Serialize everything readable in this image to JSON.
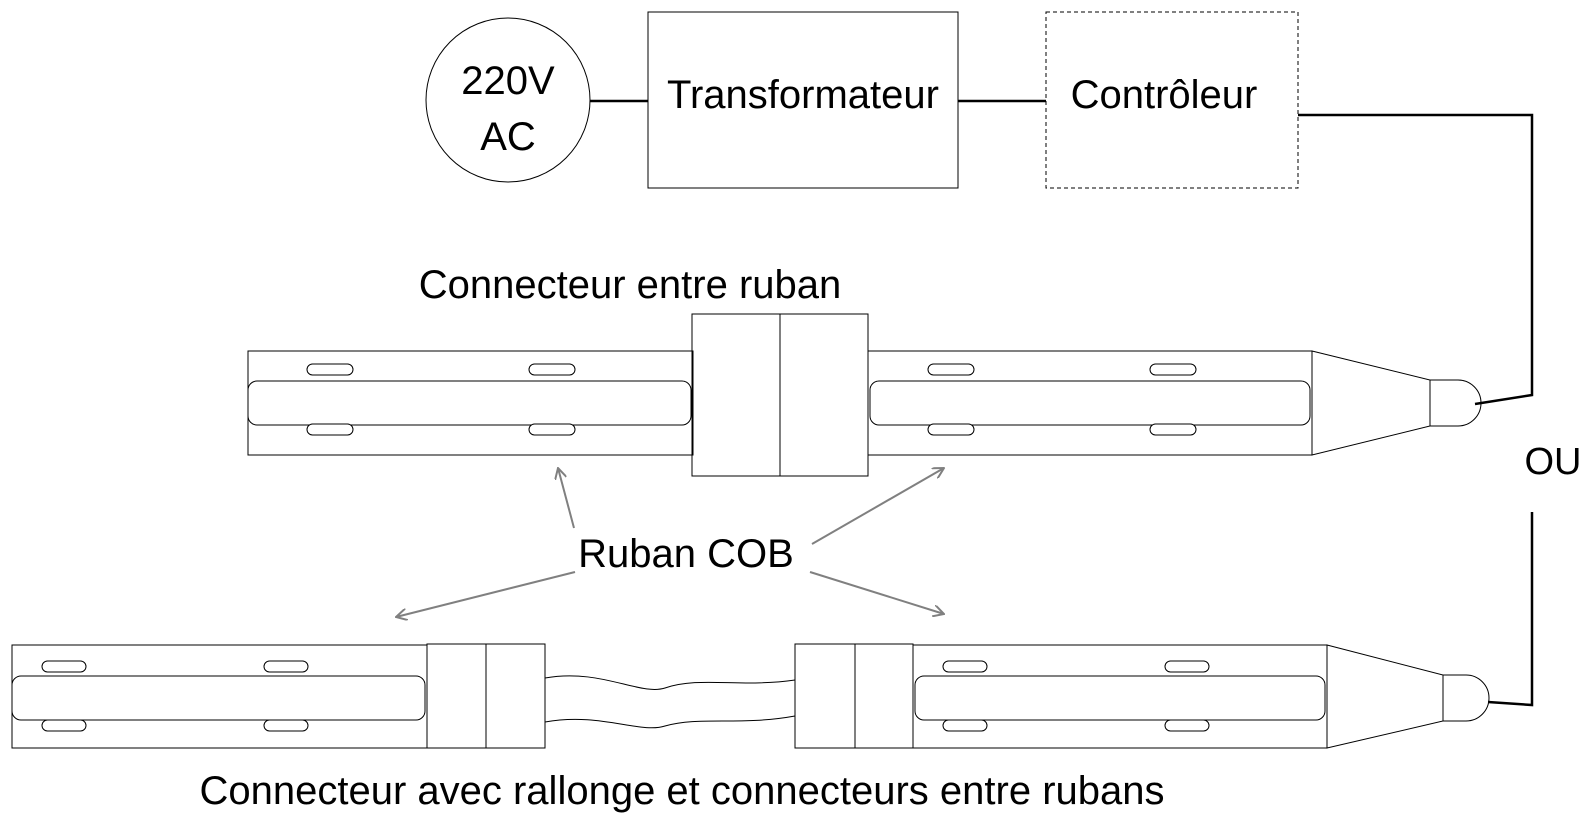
{
  "source": {
    "line1": "220V",
    "line2": "AC"
  },
  "transformer": {
    "label": "Transformateur"
  },
  "controller": {
    "label": "Contrôleur"
  },
  "or_label": "OU",
  "strip_label": "Ruban COB",
  "top_caption": "Connecteur entre ruban",
  "bottom_caption": "Connecteur avec rallonge et connecteurs entre rubans"
}
